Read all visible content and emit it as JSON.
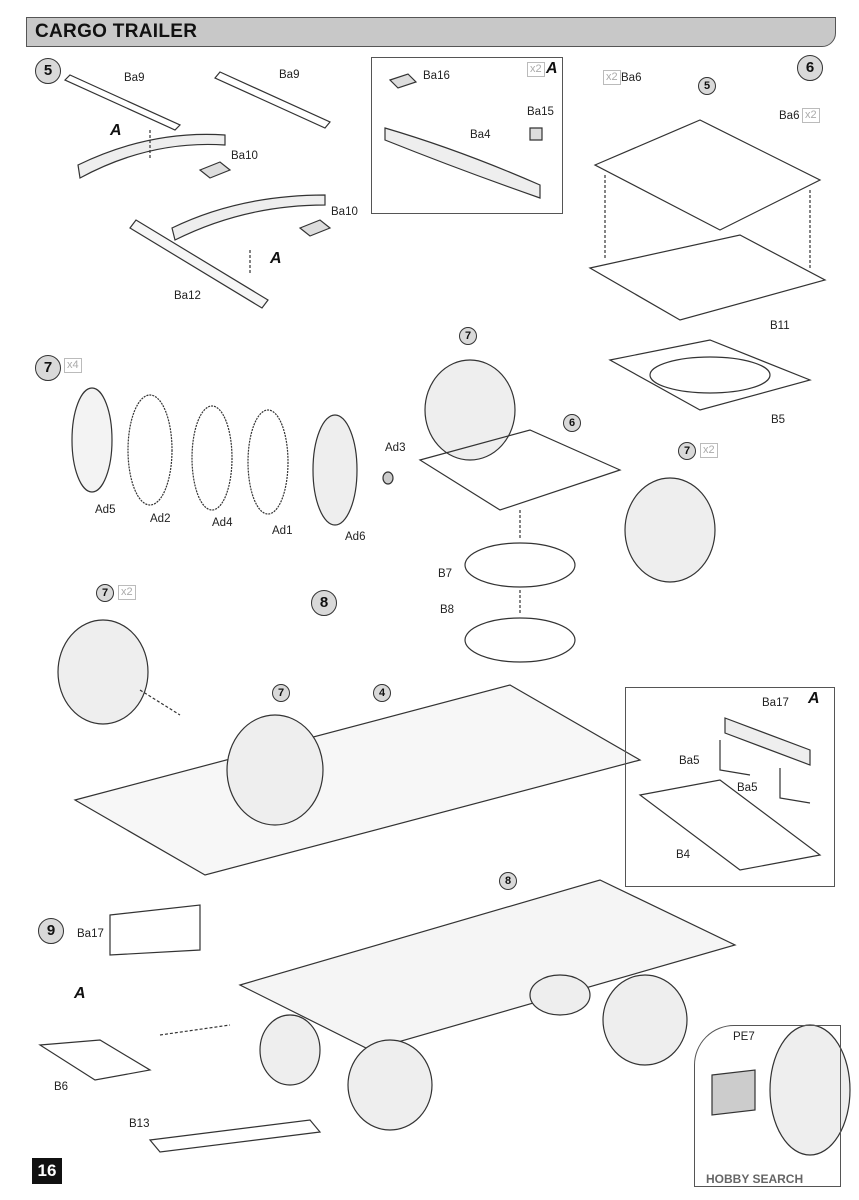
{
  "header": {
    "title": "CARGO TRAILER"
  },
  "steps": {
    "s5": "5",
    "s6": "6",
    "s7": "7",
    "s8": "8",
    "s9": "9"
  },
  "multipliers": {
    "x2": "x2",
    "x4": "x4"
  },
  "subassembly": "A",
  "parts": {
    "ba9": "Ba9",
    "ba10": "Ba10",
    "ba12": "Ba12",
    "ba16": "Ba16",
    "ba4": "Ba4",
    "ba15": "Ba15",
    "ba6": "Ba6",
    "b11": "B11",
    "b5": "B5",
    "ad3": "Ad3",
    "ad5": "Ad5",
    "ad2": "Ad2",
    "ad4": "Ad4",
    "ad1": "Ad1",
    "ad6": "Ad6",
    "b7": "B7",
    "b8": "B8",
    "ba17": "Ba17",
    "ba5": "Ba5",
    "b4": "B4",
    "b6": "B6",
    "b13": "B13",
    "pe7": "PE7"
  },
  "page_number": "16",
  "watermark": "HOBBY SEARCH"
}
